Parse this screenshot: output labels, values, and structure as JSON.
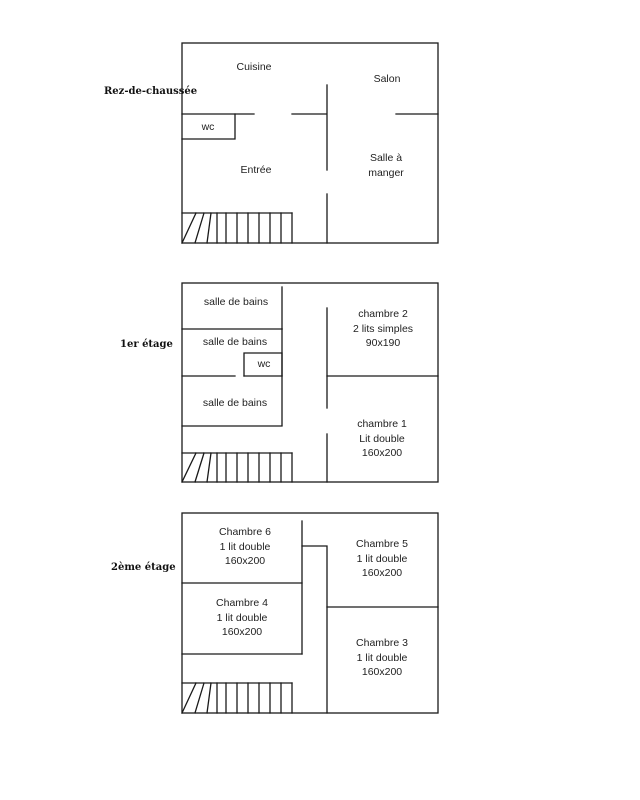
{
  "floors": {
    "ground": {
      "label": "Rez-de-chaussée",
      "rooms": {
        "kitchen": "Cuisine",
        "living": "Salon",
        "wc": "wc",
        "entrance": "Entrée",
        "dining_1": "Salle à",
        "dining_2": "manger"
      }
    },
    "first": {
      "label": "1er étage",
      "rooms": {
        "bath_1": "salle de bains",
        "bath_2": "salle de bains",
        "wc": "wc",
        "bath_3": "salle de bains",
        "bedroom2_name": "chambre 2",
        "bedroom2_beds": "2 lits simples",
        "bedroom2_size": "90x190",
        "bedroom1_name": "chambre 1",
        "bedroom1_beds": "Lit double",
        "bedroom1_size": "160x200"
      }
    },
    "second": {
      "label": "2ème étage",
      "rooms": {
        "bedroom6_name": "Chambre 6",
        "bedroom6_beds": "1 lit double",
        "bedroom6_size": "160x200",
        "bedroom4_name": "Chambre 4",
        "bedroom4_beds": "1 lit double",
        "bedroom4_size": "160x200",
        "bedroom5_name": "Chambre 5",
        "bedroom5_beds": "1 lit double",
        "bedroom5_size": "160x200",
        "bedroom3_name": "Chambre 3",
        "bedroom3_beds": "1 lit double",
        "bedroom3_size": "160x200"
      }
    }
  }
}
